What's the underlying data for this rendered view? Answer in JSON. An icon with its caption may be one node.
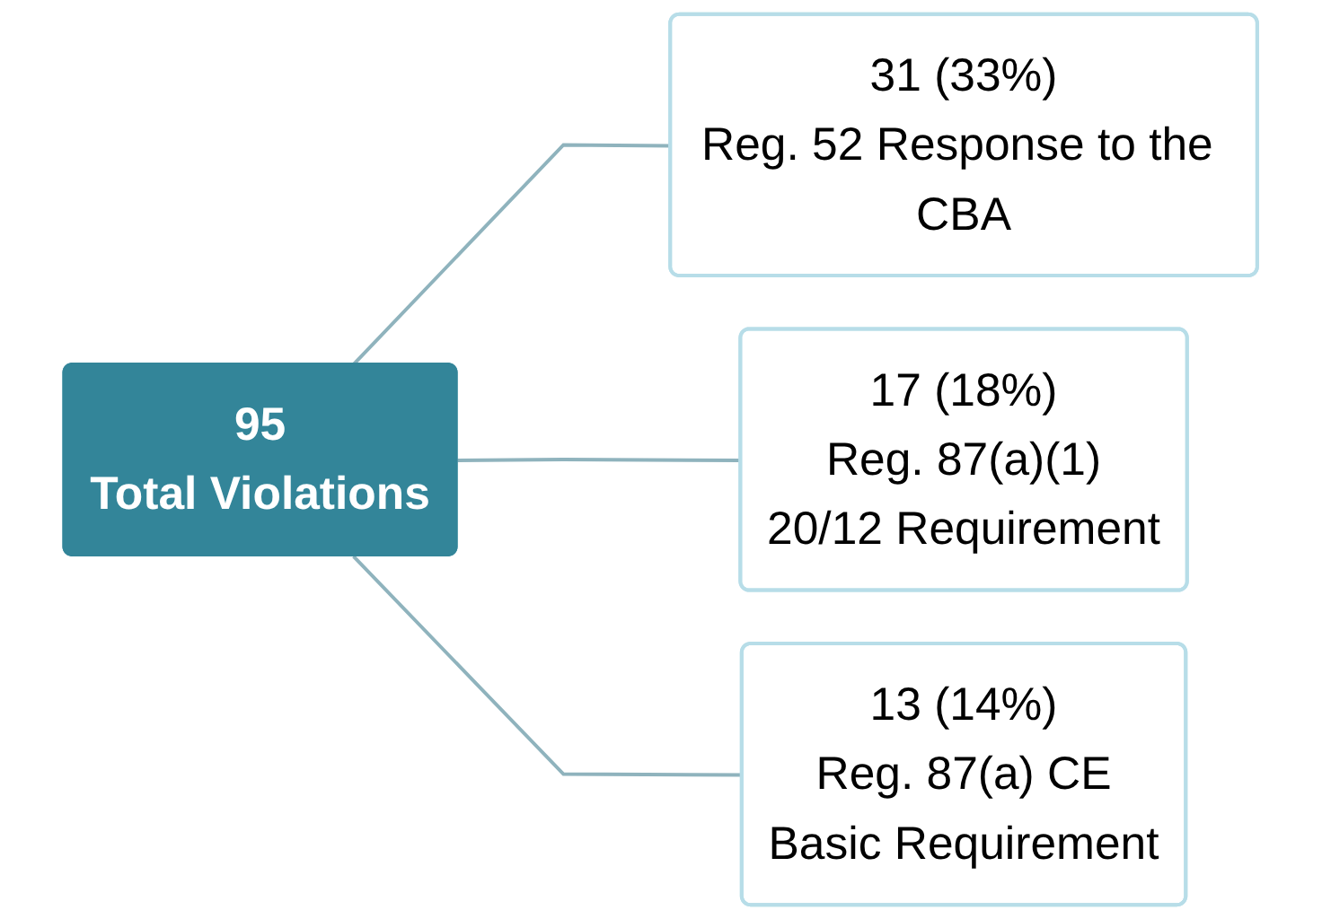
{
  "diagram": {
    "nodes": [
      {
        "text": [
          "95",
          "Total Violations"
        ]
      },
      {
        "text": [
          "31 (33%)",
          "Reg. 52 Response to the CBA"
        ]
      },
      {
        "text": [
          "17 (18%)",
          "Reg. 87(a)(1)",
          "20/12 Requirement"
        ]
      },
      {
        "text": [
          "13 (14%)",
          "Reg. 87(a) CE",
          "Basic Requirement"
        ]
      }
    ],
    "edges": [
      {
        "from": 0,
        "to": 1,
        "arrow": "none"
      },
      {
        "from": 0,
        "to": 2,
        "arrow": "none"
      },
      {
        "from": 0,
        "to": 3,
        "arrow": "none"
      }
    ]
  }
}
